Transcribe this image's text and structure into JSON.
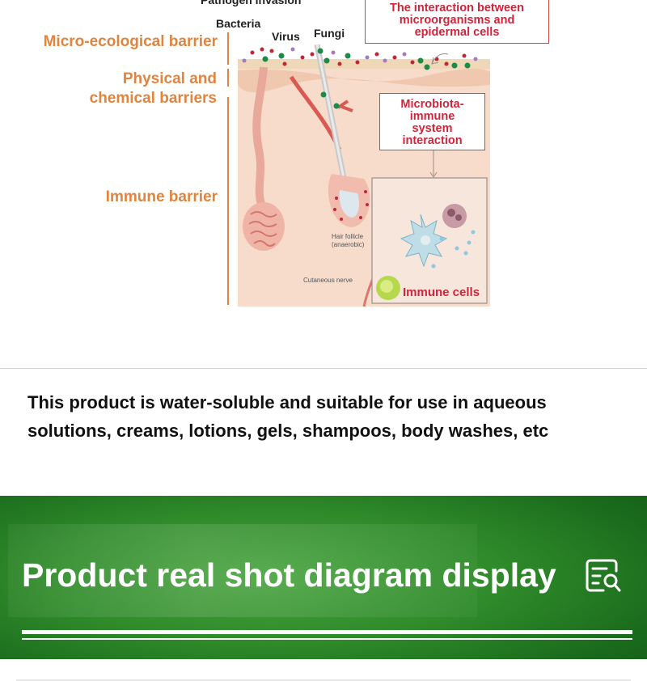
{
  "diagram": {
    "pathogen_label": "Pathogen invasion",
    "bacteria_label": "Bacteria",
    "virus_label": "Virus",
    "fungi_label": "Fungi",
    "interaction_box": [
      "The interaction between",
      "microorganisms and",
      "epidermal cells"
    ],
    "micro_barrier_label": "Micro-ecological barrier",
    "physical_barrier_label": [
      "Physical and",
      "chemical barriers"
    ],
    "immune_barrier_label": "Immune barrier",
    "microbiota_box": [
      "Microbiota-",
      "immune",
      "system",
      "interaction"
    ],
    "hair_follicle_label": [
      "Hair follicle",
      "(anaerobic)"
    ],
    "cutaneous_nerve_label": "Cutaneous nerve",
    "immune_cells_label": "Immune cells",
    "colors": {
      "orange_text": "#e0843e",
      "red_text": "#d0243a",
      "skin": "#f6d7c4",
      "microbe_green": "#1d8a47",
      "microbe_red": "#c0263a",
      "microbe_purple": "#a57bc0"
    }
  },
  "description": {
    "line1": "This product is water-soluble and suitable for use in aqueous",
    "line2": "solutions, creams, lotions, gels, shampoos, body washes, etc"
  },
  "banner": {
    "title": "Product real shot diagram display",
    "icon": "document-search-icon",
    "color": "#2f8a2a"
  }
}
